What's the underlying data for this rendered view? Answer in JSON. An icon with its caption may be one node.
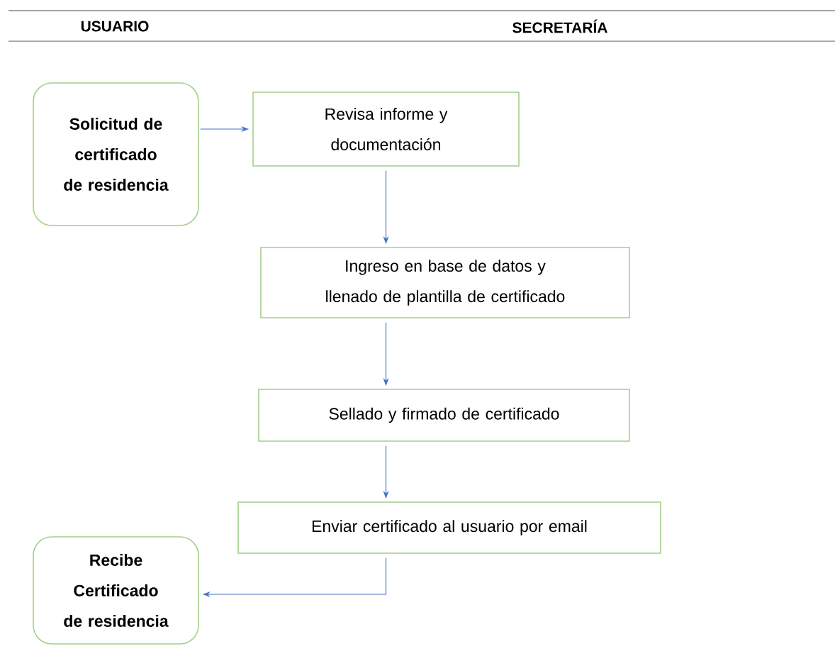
{
  "diagram": {
    "nodes": [
      {
        "text": [
          "Solicitud de certificado de residencia"
        ]
      },
      {
        "text": [
          "Revisa informe y documentación"
        ]
      },
      {
        "text": [
          "Ingreso en base de datos y llenado de plantilla de certificado"
        ]
      },
      {
        "text": [
          "Sellado y firmado de certificado"
        ]
      },
      {
        "text": [
          "Enviar certificado al usuario por email"
        ]
      },
      {
        "text": [
          "Recibe Certificado de residencia"
        ]
      }
    ],
    "edges": [
      {
        "from": 0,
        "to": 1,
        "arrow": "to"
      },
      {
        "from": 1,
        "to": 2,
        "arrow": "to"
      },
      {
        "from": 2,
        "to": 3,
        "arrow": "to"
      },
      {
        "from": 3,
        "to": 4,
        "arrow": "to"
      },
      {
        "from": 4,
        "to": 5,
        "arrow": "to"
      }
    ],
    "labels": [
      "USUARIO",
      "SECRETARÍA"
    ]
  }
}
